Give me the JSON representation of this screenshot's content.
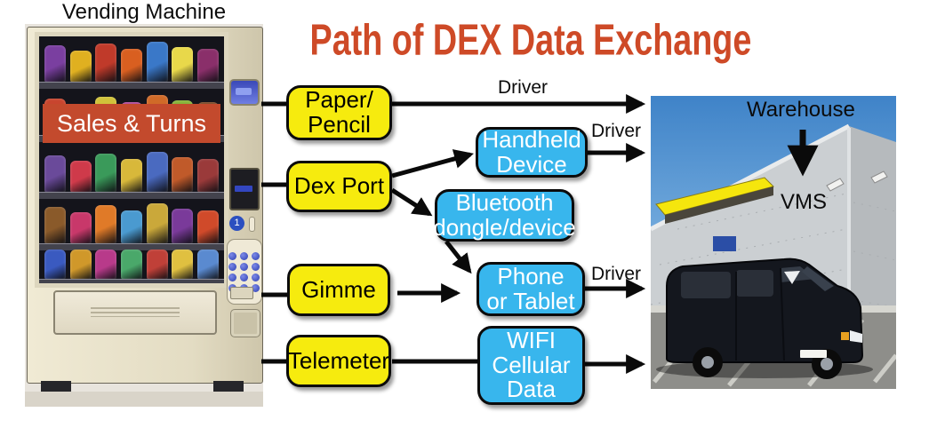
{
  "title": "Path of DEX Data Exchange",
  "vending_machine": {
    "caption": "Vending Machine",
    "banner": "Sales & Turns",
    "keypad_button_one": "1"
  },
  "nodes": {
    "paper_pencil": {
      "label": "Paper/\nPencil",
      "type": "yellow"
    },
    "dex_port": {
      "label": "Dex Port",
      "type": "yellow"
    },
    "gimme": {
      "label": "Gimme",
      "type": "yellow"
    },
    "telemeter": {
      "label": "Telemeter",
      "type": "yellow"
    },
    "handheld": {
      "label": "Handheld\nDevice",
      "type": "blue"
    },
    "bluetooth": {
      "label": "Bluetooth\ndongle/device",
      "type": "blue"
    },
    "phone": {
      "label": "Phone\nor Tablet",
      "type": "blue"
    },
    "wifi": {
      "label": "WIFI\nCellular\nData",
      "type": "blue"
    }
  },
  "edge_labels": {
    "driver": "Driver"
  },
  "warehouse_photo": {
    "warehouse_label": "Warehouse",
    "vms_label": "VMS"
  },
  "colors": {
    "node_yellow": "#F6EB0E",
    "node_blue": "#38B6ED",
    "title_red": "#CE4A27",
    "banner_red": "#C34A2D",
    "arrow_black": "#0A0A0A"
  }
}
